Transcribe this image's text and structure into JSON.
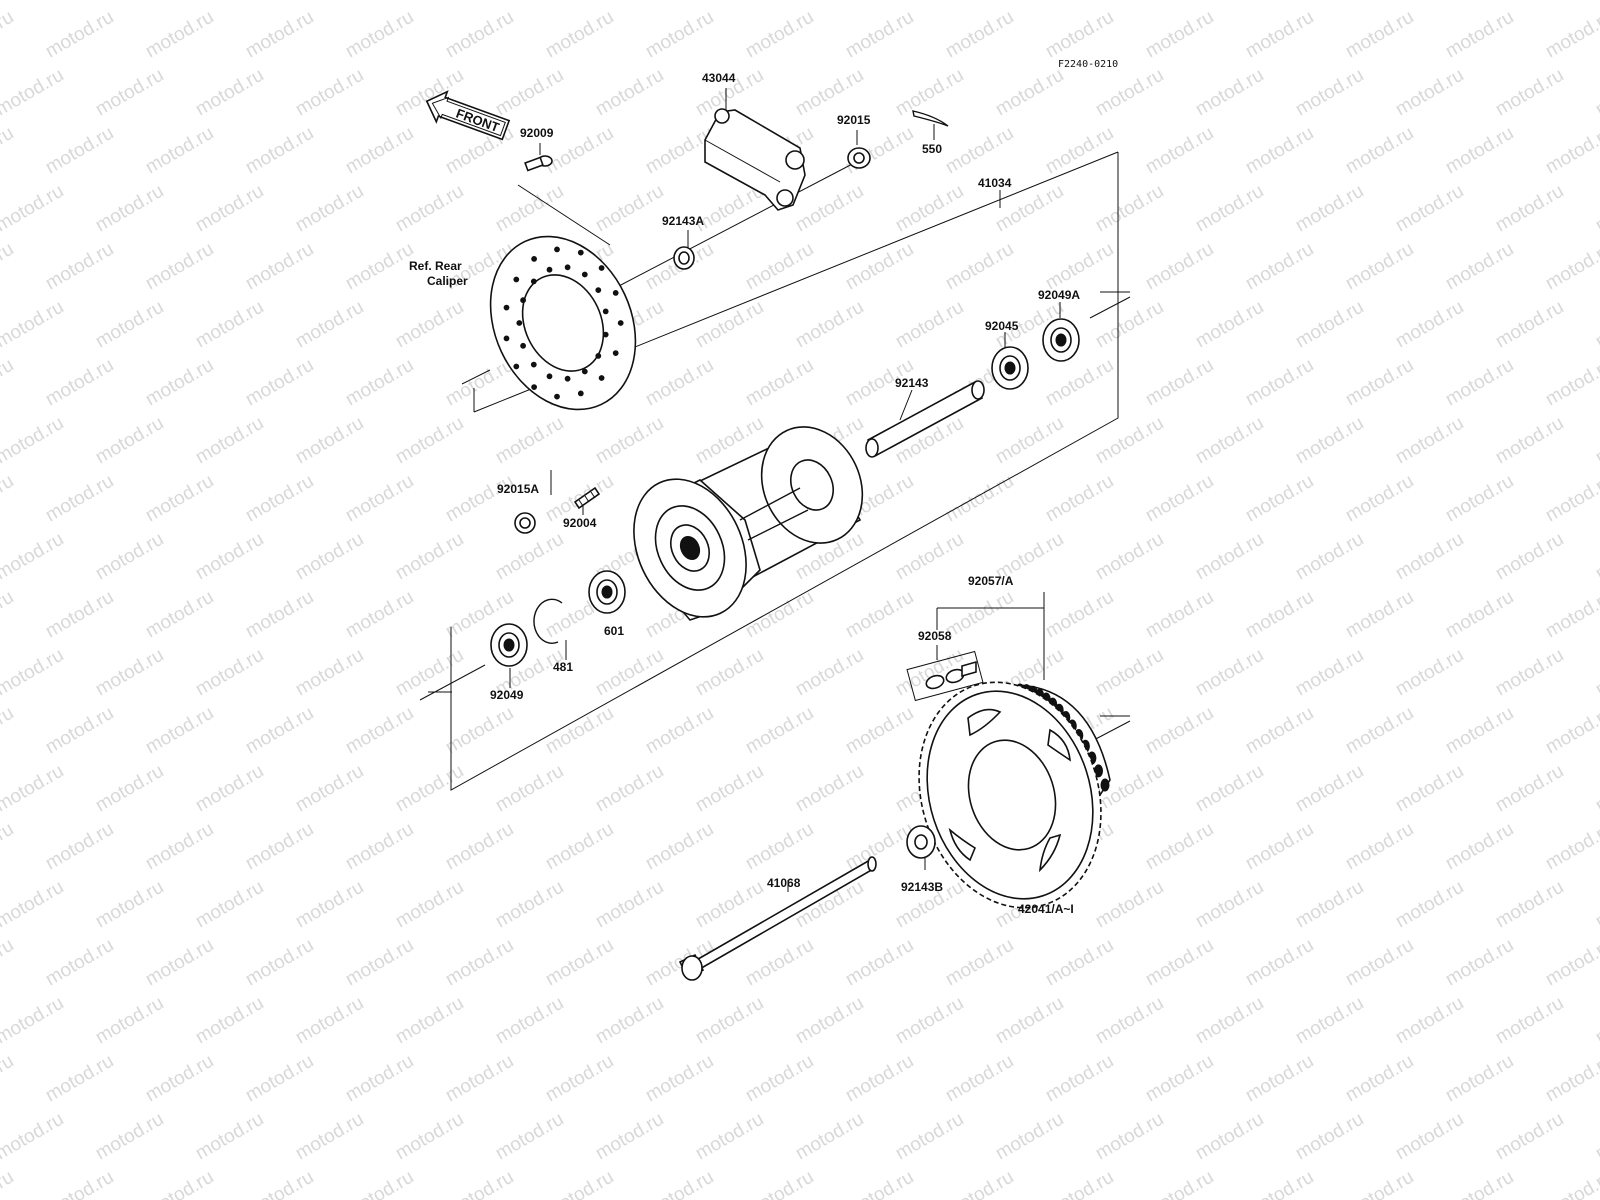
{
  "diagram": {
    "code": "F2240-0210",
    "front_label": "FRONT",
    "watermark": "motod.ru",
    "labels": {
      "p43044": "43044",
      "p92009": "92009",
      "p92015": "92015",
      "p550": "550",
      "p41034": "41034",
      "p92143A": "92143A",
      "ref_line1": "Ref. Rear",
      "ref_line2": "Caliper",
      "p92049A": "92049A",
      "p92045": "92045",
      "p92143": "92143",
      "p92015A": "92015A",
      "p92004": "92004",
      "p601": "601",
      "p481": "481",
      "p92049": "92049",
      "p92057A": "92057/A",
      "p92058": "92058",
      "p41068": "41068",
      "p92143B": "92143B",
      "p42041": "42041/A~I"
    }
  }
}
